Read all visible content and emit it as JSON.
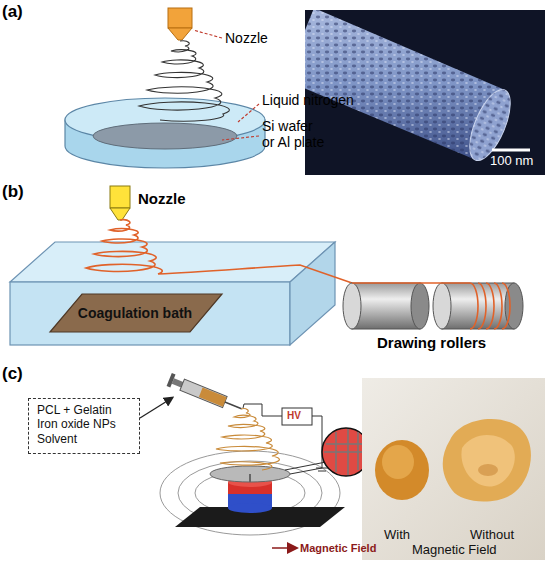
{
  "diagram": {
    "nodes": [
      {
        "text": [
          "PCL + Gelatin Iron oxide NPs Solvent"
        ]
      },
      {
        "text": [
          "Coagulation bath"
        ]
      }
    ],
    "labels": [
      "(a)",
      "Nozzle",
      "Liquid nitrogen",
      "Si wafer or Al plate",
      "100 nm",
      "(b)",
      "Nozzle",
      "Drawing rollers",
      "(c)",
      "HV",
      "Magnetic Field",
      "With",
      "Without",
      "Magnetic Field"
    ]
  }
}
